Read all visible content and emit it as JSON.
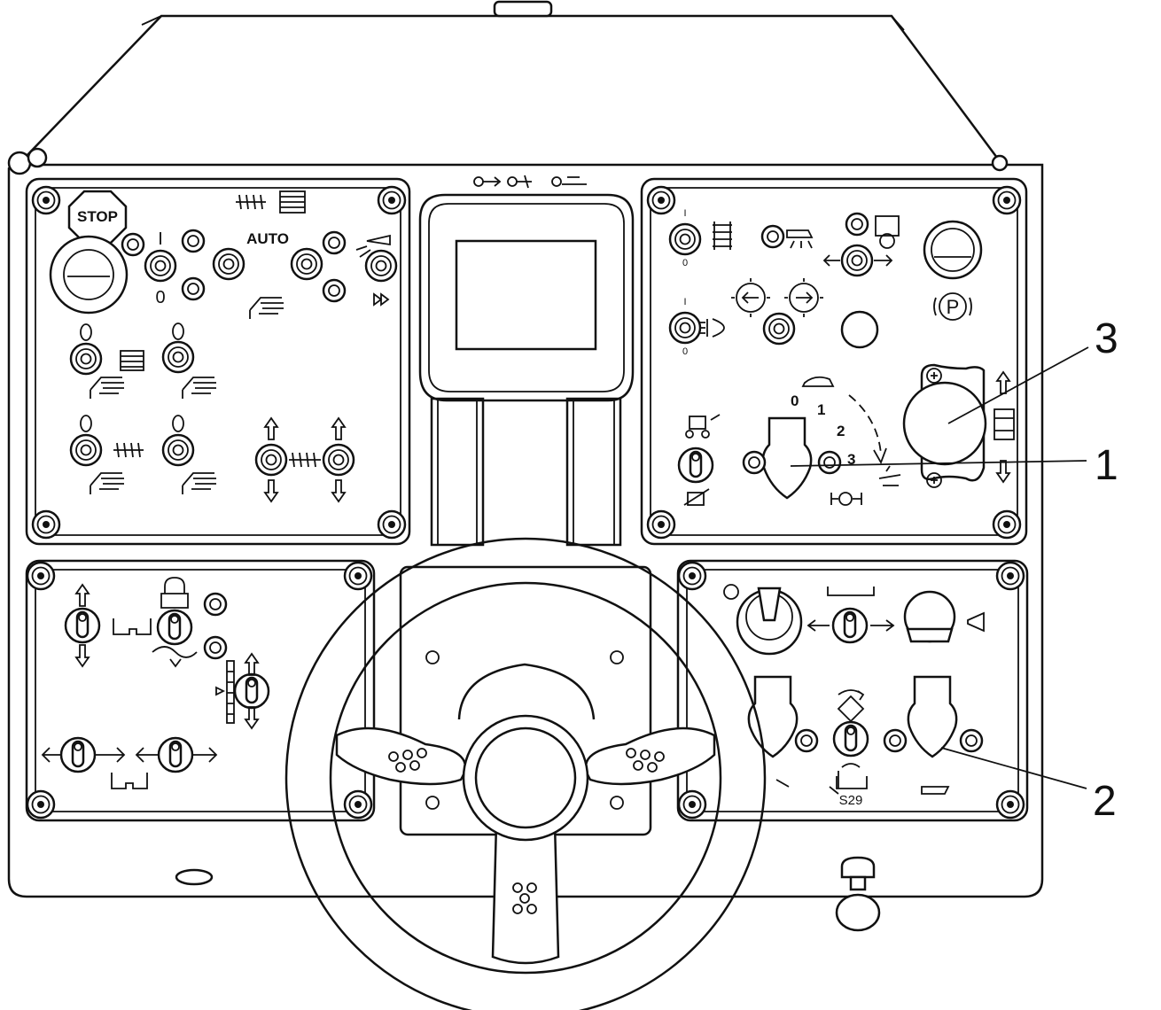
{
  "panels": {
    "top_left": {
      "stop_label": "STOP",
      "auto_label": "AUTO",
      "on_mark": "I",
      "off_mark": "0"
    },
    "top_right": {
      "on_mark": "I",
      "off_mark": "0",
      "parking_label": "P",
      "speed_positions": [
        "0",
        "1",
        "2",
        "3"
      ]
    },
    "bottom_right": {
      "switch_label": "S29"
    }
  },
  "callouts": [
    {
      "number": "3"
    },
    {
      "number": "1"
    },
    {
      "number": "2"
    }
  ],
  "colors": {
    "line": "#111111",
    "background": "#ffffff"
  }
}
